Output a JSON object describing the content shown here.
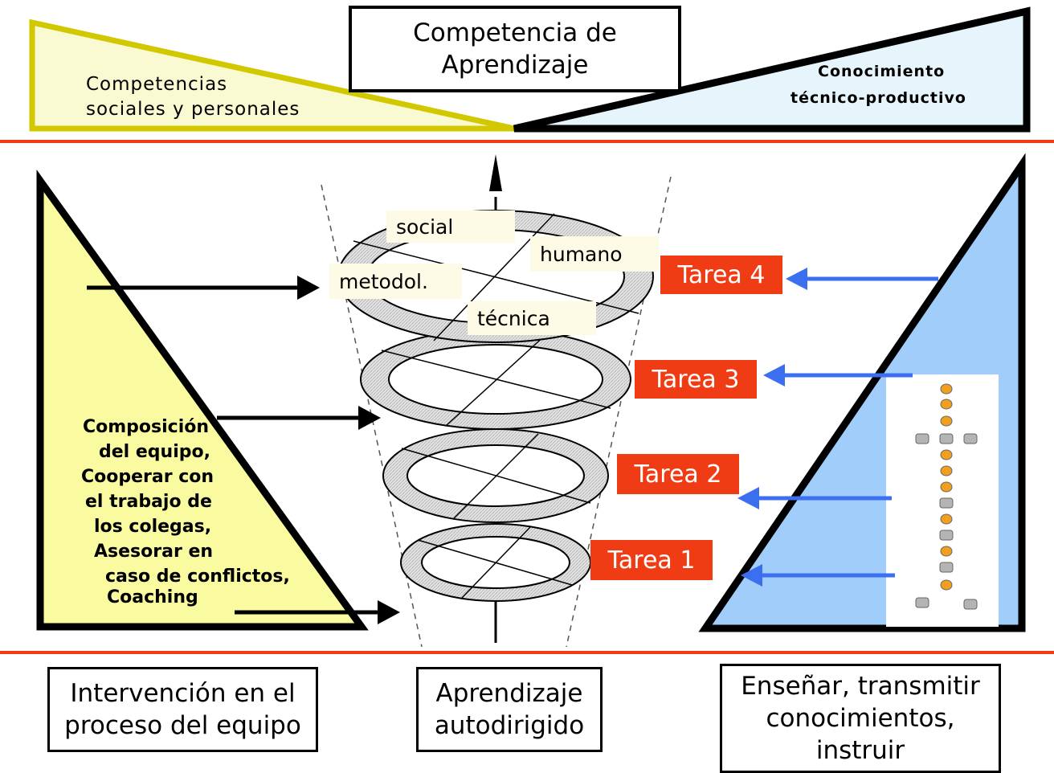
{
  "top": {
    "center_title": "Competencia de\nAprendizaje",
    "left_label_line1": "Competencias",
    "left_label_line2": "sociales y personales",
    "right_label_line1": "Conocimiento",
    "right_label_line2": "técnico-productivo"
  },
  "spiral": {
    "labels": {
      "social": "social",
      "humano": "humano",
      "metodol": "metodol.",
      "tecnica": "técnica"
    }
  },
  "tasks": [
    "Tarea 4",
    "Tarea 3",
    "Tarea 2",
    "Tarea 1"
  ],
  "left_triangle_text": [
    "Composición",
    "del equipo,",
    "Cooperar con",
    "el trabajo de",
    "los colegas,",
    "Asesorar en",
    "caso de conflictos,",
    "Coaching"
  ],
  "bottom": {
    "left_box": "Intervención en el\nproceso del equipo",
    "center_box": "Aprendizaje\nautodirigido",
    "right_box": "Enseñar, transmitir\nconocimientos,\ninstruir"
  },
  "colors": {
    "yellow_fill": "#fafaa0",
    "yellow_light": "#fafad2",
    "yellow_border": "#d2c800",
    "blue_fill": "#a0cdfa",
    "blue_light": "#e6f5fc",
    "red_line": "#f03c14",
    "task_red": "#f03c14",
    "arrow_blue": "#3c6ef0",
    "orange_dot": "#f0a01e",
    "gray_dot": "#b4b4b4"
  }
}
